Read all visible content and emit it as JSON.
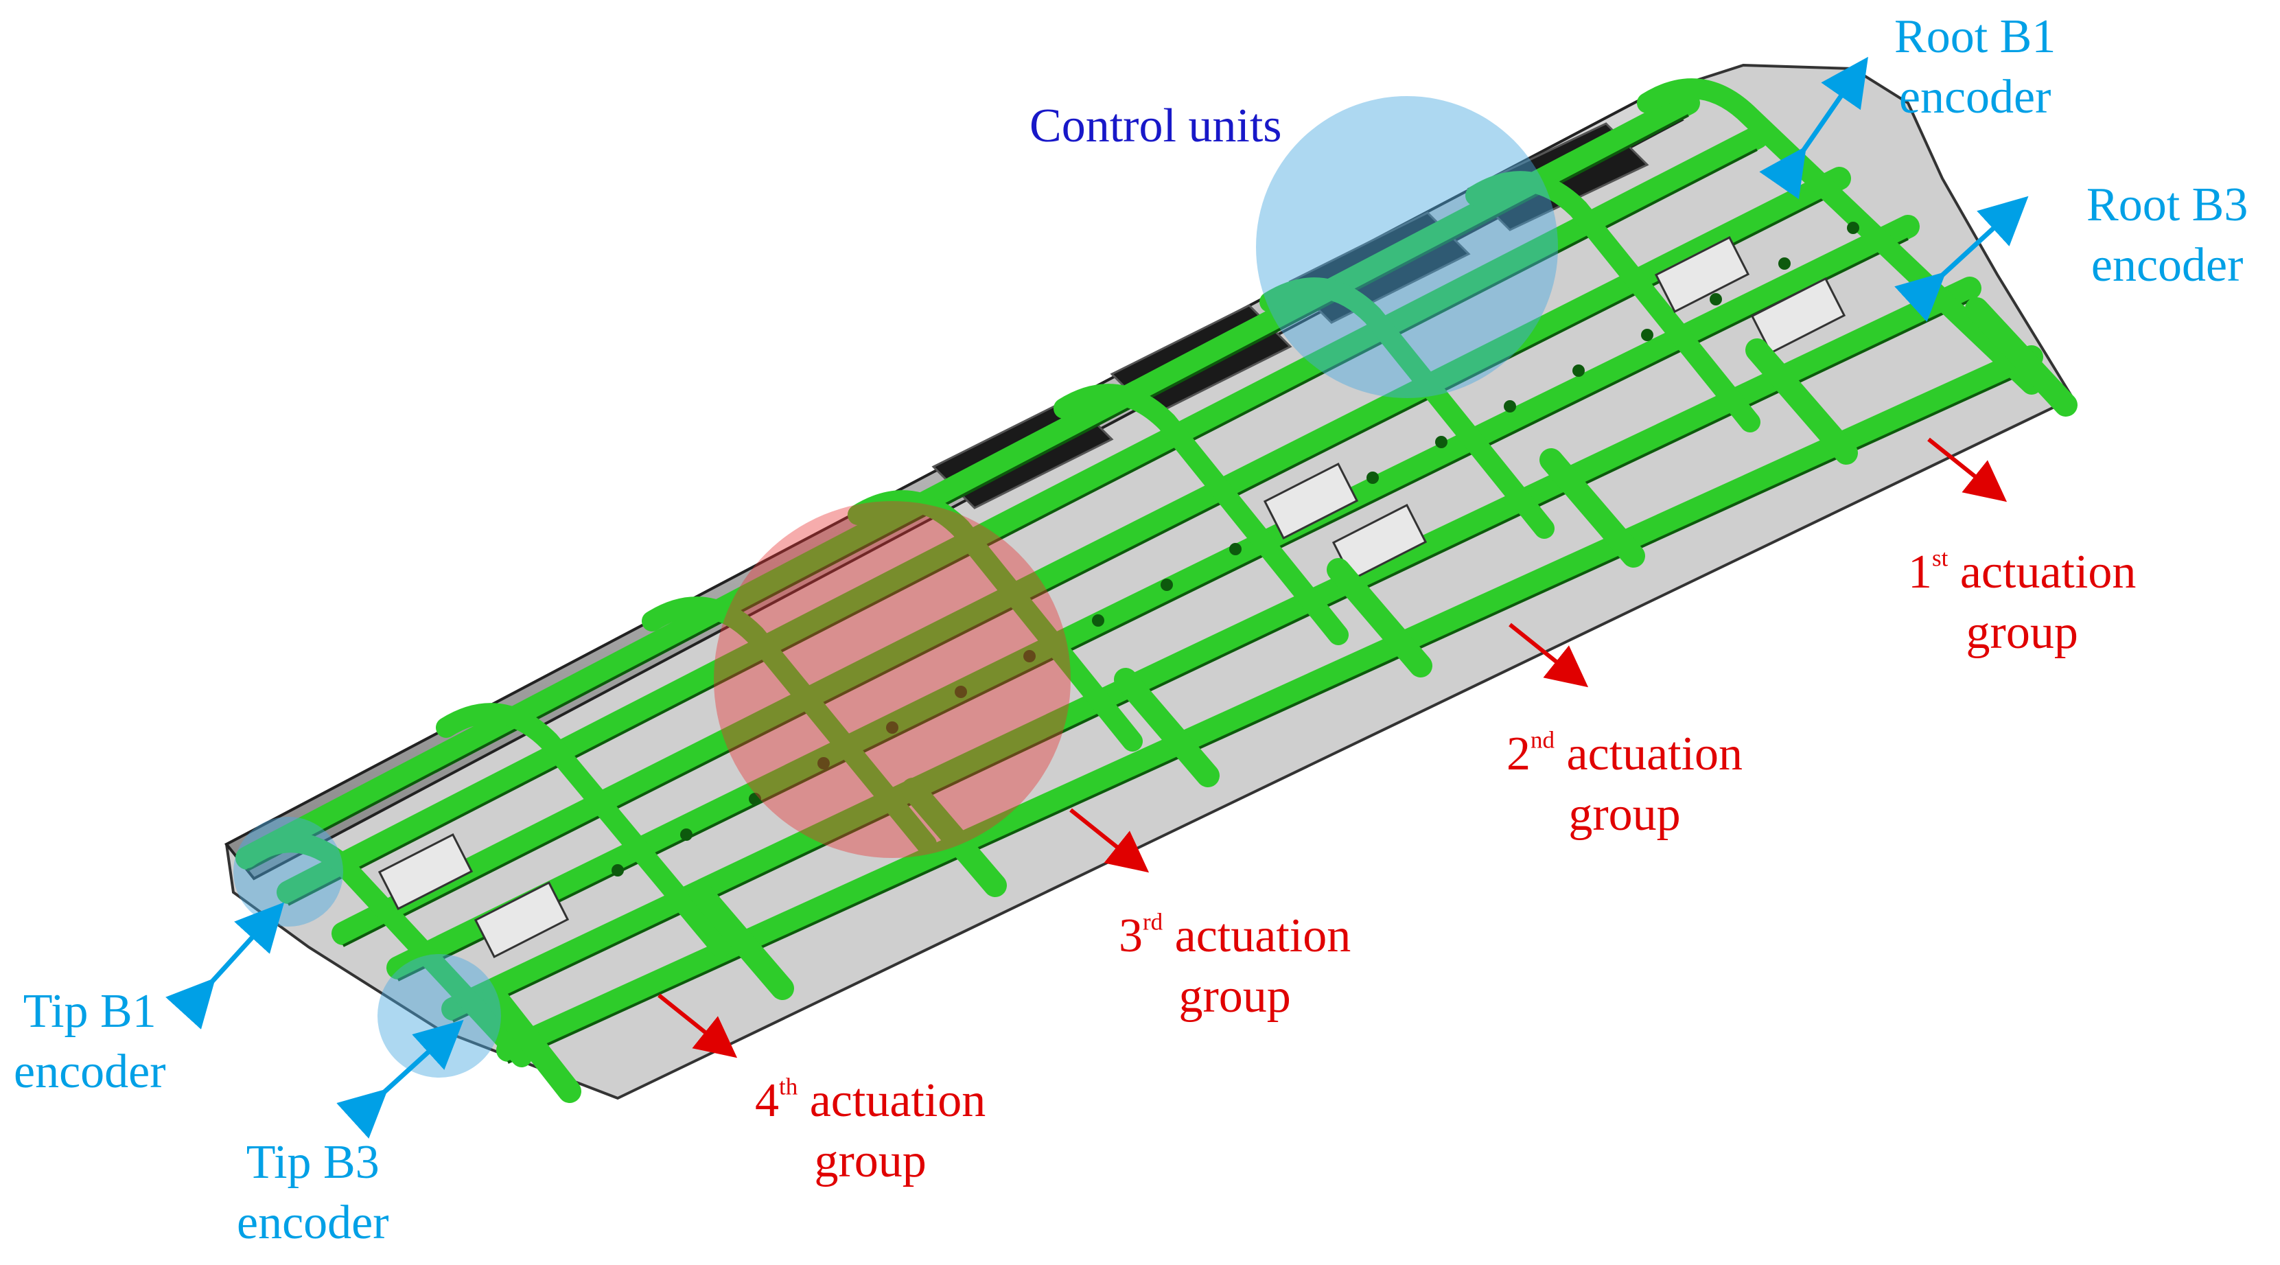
{
  "labels": {
    "control_units": "Control units",
    "root_b1": {
      "line1": "Root B1",
      "line2": "encoder"
    },
    "root_b3": {
      "line1": "Root B3",
      "line2": "encoder"
    },
    "tip_b1": {
      "line1": "Tip B1",
      "line2": "encoder"
    },
    "tip_b3": {
      "line1": "Tip B3",
      "line2": "encoder"
    },
    "group1": {
      "num": "1",
      "sup": "st",
      "word": " actuation",
      "line2": "group"
    },
    "group2": {
      "num": "2",
      "sup": "nd",
      "word": " actuation",
      "line2": "group"
    },
    "group3": {
      "num": "3",
      "sup": "rd",
      "word": " actuation",
      "line2": "group"
    },
    "group4": {
      "num": "4",
      "sup": "th",
      "word": " actuation",
      "line2": "group"
    }
  },
  "colors": {
    "structure_green": "#2ecc2a",
    "structure_dark": "#0d5a0d",
    "encoder_blue": "#00a0e6",
    "control_navy": "#1818c8",
    "actuation_red": "#e00000"
  }
}
